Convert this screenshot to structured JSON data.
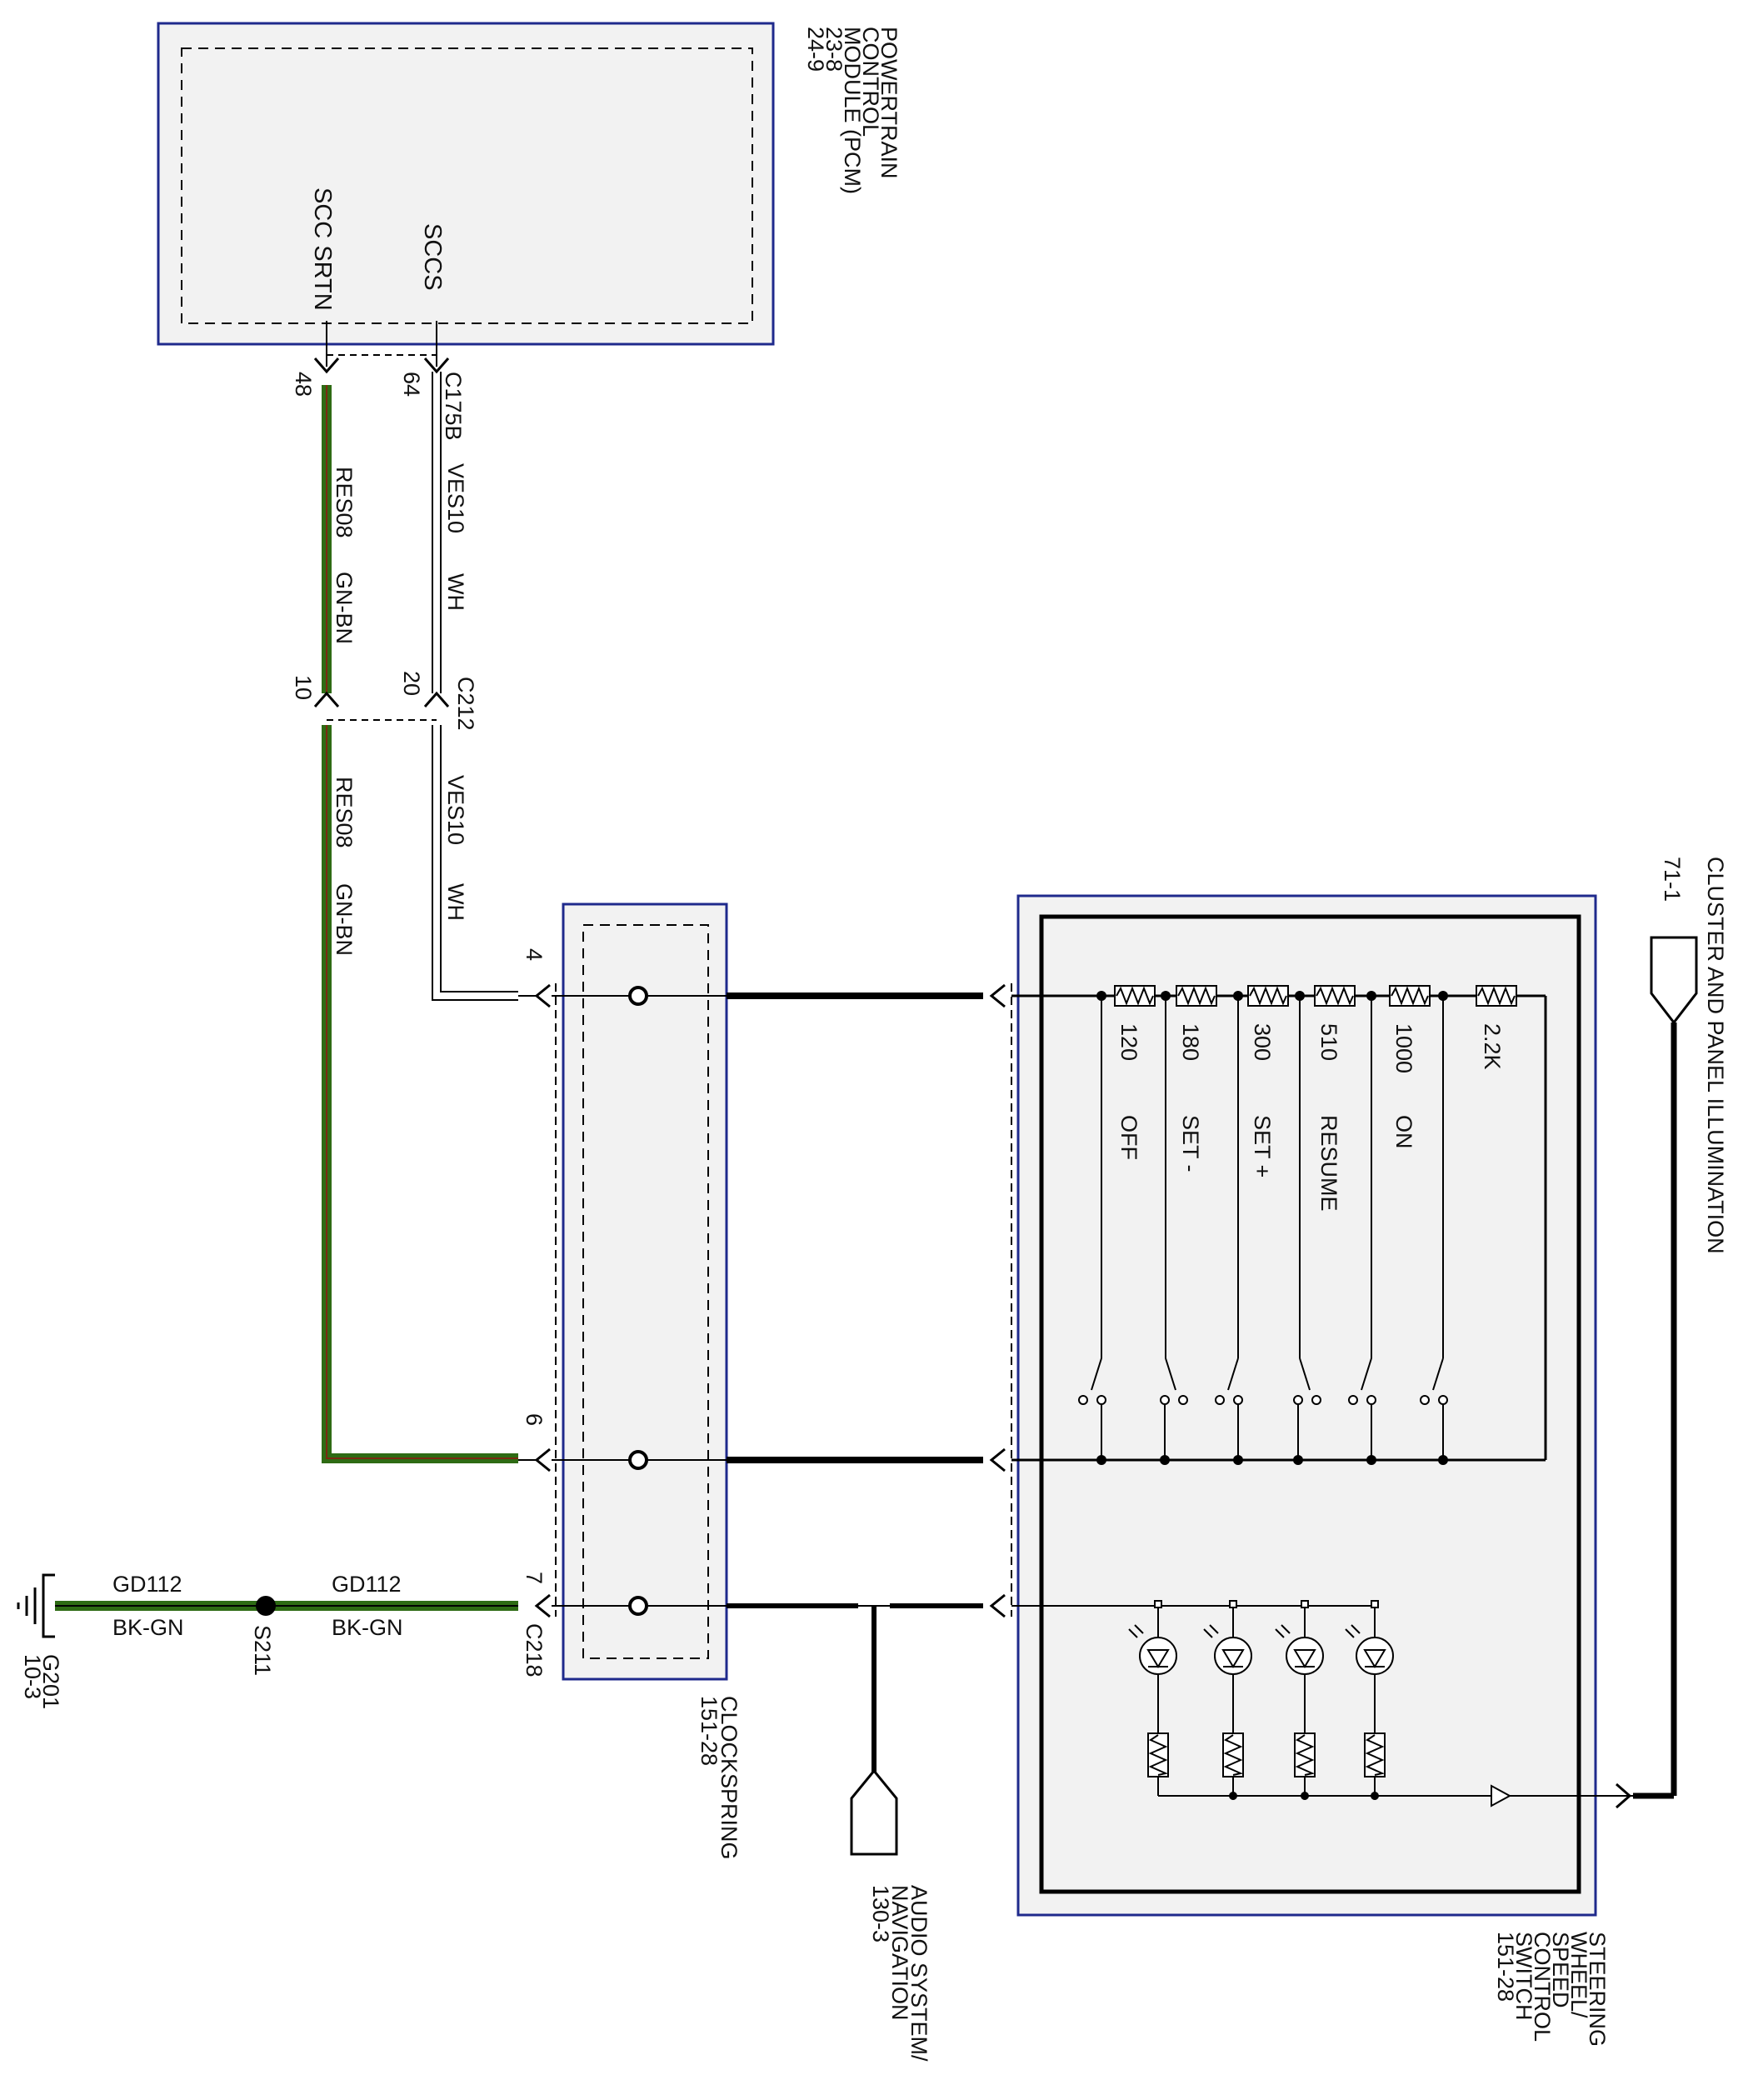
{
  "colors": {
    "module_border": "#1f2a8c",
    "module_fill": "#f2f2f2",
    "wire_black": "#000000",
    "wire_green": "#2e6b14",
    "wire_brown": "#7a2a10"
  },
  "pcm": {
    "name_lines": [
      "POWERTRAIN",
      "CONTROL",
      "MODULE (PCM)",
      "23-8",
      "24-9"
    ],
    "pin_scc_srtn": "SCC SRTN",
    "pin_sccs": "SCCS",
    "connector": "C175B",
    "pin_48": "48",
    "pin_64": "64"
  },
  "wire_upper": {
    "circuit_a": "RES08",
    "color_a": "GN-BN",
    "circuit_b": "VES10",
    "color_b": "WH"
  },
  "c212": {
    "connector": "C212",
    "pin_10": "10",
    "pin_20": "20"
  },
  "wire_lower": {
    "circuit_a": "RES08",
    "color_a": "GN-BN",
    "circuit_b": "VES10",
    "color_b": "WH"
  },
  "clockspring": {
    "name": "CLOCKSPRING",
    "ref": "151-28",
    "pin_4": "4",
    "pin_6": "6",
    "pin_7": "7",
    "connector": "C218"
  },
  "ground": {
    "circuit_1": "GD112",
    "color_1": "BK-GN",
    "circuit_2": "GD112",
    "color_2": "BK-GN",
    "splice": "S211",
    "ground_id": "G201",
    "ground_ref": "10-3"
  },
  "audio": {
    "name_lines": [
      "AUDIO SYSTEM/",
      "NAVIGATION",
      "130-3"
    ]
  },
  "switch": {
    "name_lines": [
      "STEERING",
      "WHEEL/",
      "SPEED",
      "CONTROL",
      "SWITCH",
      "151-28"
    ],
    "resistors": [
      {
        "value": "120",
        "function": "OFF"
      },
      {
        "value": "180",
        "function": "SET -"
      },
      {
        "value": "300",
        "function": "SET +"
      },
      {
        "value": "510",
        "function": "RESUME"
      },
      {
        "value": "1000",
        "function": "ON"
      },
      {
        "value": "2.2K",
        "function": ""
      }
    ]
  },
  "illumination": {
    "name": "CLUSTER AND PANEL ILLUMINATION",
    "ref": "71-1"
  }
}
